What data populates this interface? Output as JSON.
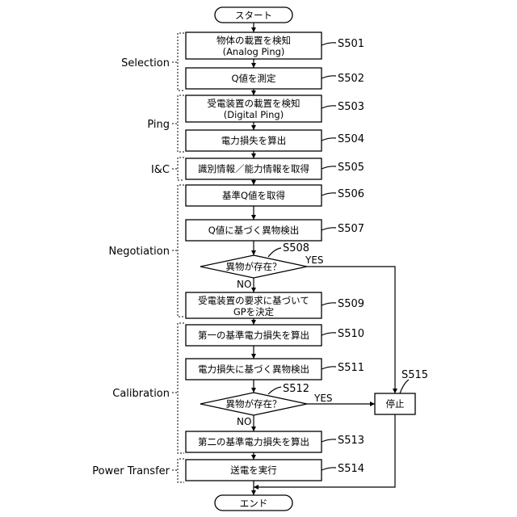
{
  "start_label": "スタート",
  "end_label": "エンド",
  "phases": {
    "selection": "Selection",
    "ping": "Ping",
    "ic": "I&C",
    "negotiation": "Negotiation",
    "calibration": "Calibration",
    "power_transfer": "Power Transfer"
  },
  "steps": {
    "s501": {
      "id": "S501",
      "line1": "物体の載置を検知",
      "line2": "(Analog  Ping)"
    },
    "s502": {
      "id": "S502",
      "line1": "Q値を測定"
    },
    "s503": {
      "id": "S503",
      "line1": "受電装置の載置を検知",
      "line2": "(Digital  Ping)"
    },
    "s504": {
      "id": "S504",
      "line1": "電力損失を算出"
    },
    "s505": {
      "id": "S505",
      "line1": "識別情報／能力情報を取得"
    },
    "s506": {
      "id": "S506",
      "line1": "基準Q値を取得"
    },
    "s507": {
      "id": "S507",
      "line1": "Q値に基づく異物検出"
    },
    "s508": {
      "id": "S508",
      "line1": "異物が存在？",
      "yes": "YES",
      "no": "NO"
    },
    "s509": {
      "id": "S509",
      "line1": "受電装置の要求に基づいて",
      "line2": "GPを決定"
    },
    "s510": {
      "id": "S510",
      "line1": "第一の基準電力損失を算出"
    },
    "s511": {
      "id": "S511",
      "line1": "電力損失に基づく異物検出"
    },
    "s512": {
      "id": "S512",
      "line1": "異物が存在？",
      "yes": "YES",
      "no": "NO"
    },
    "s513": {
      "id": "S513",
      "line1": "第二の基準電力損失を算出"
    },
    "s514": {
      "id": "S514",
      "line1": "送電を実行"
    },
    "s515": {
      "id": "S515",
      "line1": "停止"
    }
  }
}
